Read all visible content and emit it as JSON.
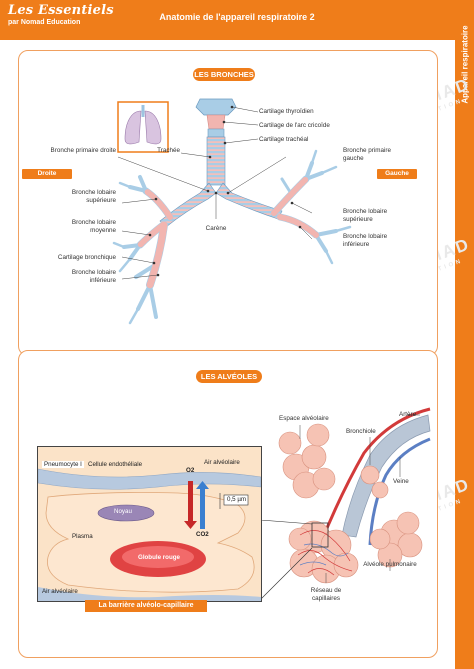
{
  "header": {
    "brand_title": "Les Essentiels",
    "brand_subtitle": "par Nomad Education",
    "page_title": "Anatomie de l'appareil respiratoire 2",
    "side_tab": "Appareil respiratoire"
  },
  "watermark": {
    "word": "NOMAD",
    "sub": "EDUCATION"
  },
  "bronches": {
    "title": "LES BRONCHES",
    "side_left": "Droite",
    "side_right": "Gauche",
    "labels": {
      "cartilage_thyroidien": "Cartilage thyroïdien",
      "cartilage_cricoide": "Cartilage de l'arc cricoïde",
      "cartilage_tracheal": "Cartilage trachéal",
      "trachee": "Trachée",
      "bronche_primaire_droite": "Bronche primaire droite",
      "bronche_primaire_gauche": "Bronche primaire gauche",
      "bronche_lobaire_superieure_d": "Bronche lobaire supérieure",
      "bronche_lobaire_moyenne": "Bronche lobaire moyenne",
      "cartilage_bronchique": "Cartilage bronchique",
      "bronche_lobaire_inferieure_d": "Bronche lobaire inférieure",
      "carene": "Carène",
      "bronche_lobaire_superieure_g": "Bronche lobaire supérieure",
      "bronche_lobaire_inferieure_g": "Bronche lobaire inférieure"
    }
  },
  "alveoles": {
    "title": "LES ALVÉOLES",
    "labels": {
      "espace_alveolaire": "Espace alvéolaire",
      "bronchiole": "Bronchiole",
      "artere": "Artère",
      "veine": "Veine",
      "alveole_pulmonaire": "Alvéole pulmonaire",
      "reseau_capillaires": "Réseau de capillaires"
    },
    "inset": {
      "caption": "La barrière alvéolo-capillaire",
      "pneumocyte": "Pneumocyte I",
      "cellule_endotheliale": "Cellule endothéliale",
      "noyau": "Noyau",
      "air_alveolaire_top": "Air alvéolaire",
      "o2": "O2",
      "co2": "CO2",
      "thickness": "0,5 µm",
      "plasma": "Plasma",
      "globule_rouge": "Globule rouge",
      "air_alveolaire_bottom": "Air alvéolaire"
    }
  },
  "colors": {
    "accent": "#ef7d1a",
    "cartilage_blue": "#a9cde6",
    "tissue_pink": "#f2b5b0",
    "artery_red": "#d23a3a",
    "vein_blue": "#5b7fc4"
  }
}
